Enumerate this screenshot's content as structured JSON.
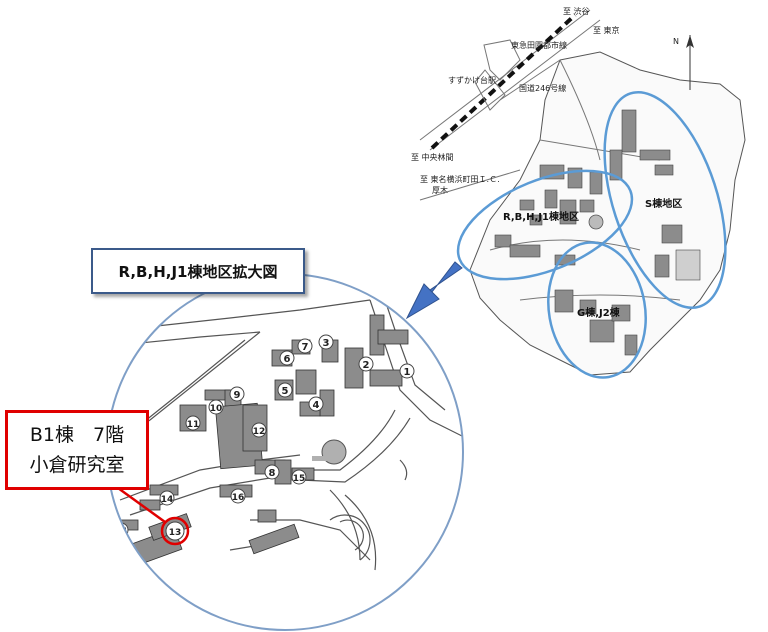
{
  "map": {
    "title": "R,B,H,J1棟地区拡大図",
    "callout": {
      "line1": "B1棟　7階",
      "line2": "小倉研究室"
    },
    "north": "N",
    "routes": {
      "shibuya": "至 渋谷",
      "tokyo": "至 東京",
      "den_en_toshi": "東急田園都市線",
      "suzukakedai": "すずかけ台駅",
      "route246": "国道246号線",
      "chuorinkan": "至 中央林間",
      "tomei_1": "至 東名横浜町田Ｉ.Ｃ.",
      "tomei_2": "厚木"
    },
    "areas": {
      "rbhj1": "R,B,H,J1棟地区",
      "s": "S棟地区",
      "g": "G棟,J2棟"
    },
    "buildings": [
      "1",
      "2",
      "3",
      "4",
      "5",
      "6",
      "7",
      "8",
      "9",
      "10",
      "11",
      "12",
      "13",
      "14",
      "14",
      "15",
      "16"
    ],
    "colors": {
      "ellipse": "#5b9bd5",
      "arrow": "#4472c4",
      "zoom_circle": "#7f9fc7",
      "callout_border": "#e00000",
      "building": "#8c8c8c"
    }
  }
}
